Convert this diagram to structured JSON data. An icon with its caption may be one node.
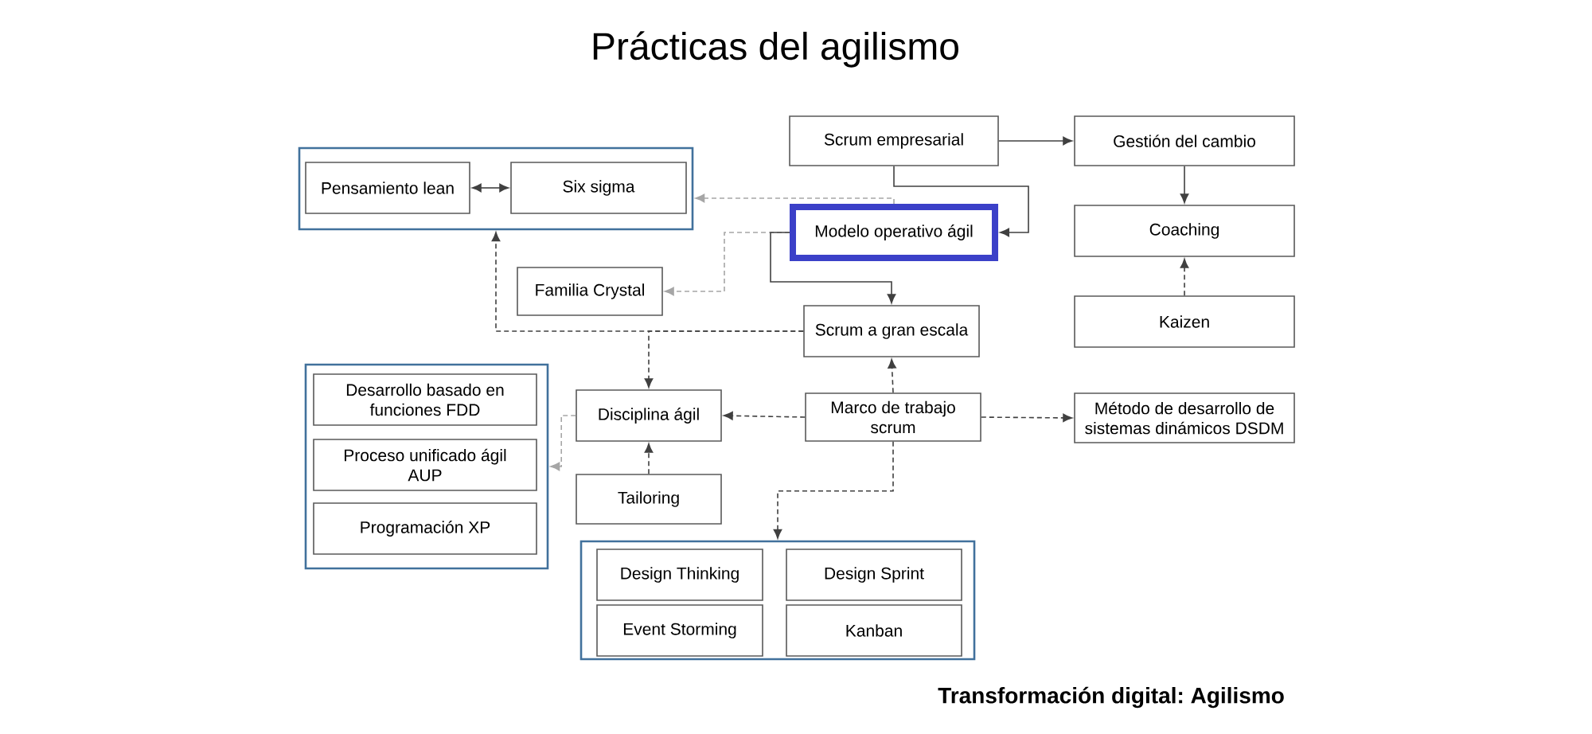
{
  "diagram": {
    "title": "Prácticas del agilismo",
    "caption": "Transformación digital: Agilismo",
    "nodes": [
      {
        "text": [],
        "shape": "box"
      },
      {
        "text": [
          "Pensamiento lean"
        ],
        "in": 0
      },
      {
        "text": [
          "Six sigma"
        ],
        "in": 0
      },
      {
        "text": [
          "Scrum empresarial"
        ]
      },
      {
        "text": [
          "Gestión del cambio"
        ]
      },
      {
        "text": [
          "Modelo operativo ágil"
        ]
      },
      {
        "text": [
          "Coaching"
        ]
      },
      {
        "text": [
          "Familia Crystal"
        ]
      },
      {
        "text": [
          "Scrum a gran escala"
        ]
      },
      {
        "text": [
          "Kaizen"
        ]
      },
      {
        "text": [],
        "shape": "box"
      },
      {
        "text": [
          "Desarrollo basado en funciones FDD"
        ],
        "in": 10
      },
      {
        "text": [
          "Proceso unificado ágil AUP"
        ],
        "in": 10
      },
      {
        "text": [
          "Programación XP"
        ],
        "in": 10
      },
      {
        "text": [
          "Disciplina ágil"
        ]
      },
      {
        "text": [
          "Marco de trabajo scrum"
        ]
      },
      {
        "text": [
          "Método de desarrollo de sistemas dinámicos DSDM"
        ]
      },
      {
        "text": [
          "Tailoring"
        ]
      },
      {
        "text": [],
        "shape": "box"
      },
      {
        "text": [
          "Design Thinking"
        ],
        "in": 18
      },
      {
        "text": [
          "Design Sprint"
        ],
        "in": 18
      },
      {
        "text": [
          "Event Storming"
        ],
        "in": 18
      },
      {
        "text": [
          "Kanban"
        ],
        "in": 18
      }
    ],
    "edges": [
      {
        "from": 1,
        "to": 2,
        "arrow": "both"
      },
      {
        "from": 3,
        "to": 4,
        "arrow": "to"
      },
      {
        "from": 3,
        "to": 5,
        "arrow": "to"
      },
      {
        "from": 4,
        "to": 6,
        "arrow": "to"
      },
      {
        "from": 9,
        "to": 6,
        "arrow": "to",
        "style": "dashed"
      },
      {
        "from": 5,
        "to": 0,
        "arrow": "to",
        "style": "dashed",
        "color": "#a6a6a6"
      },
      {
        "from": 5,
        "to": 7,
        "arrow": "to",
        "style": "dashed",
        "color": "#a6a6a6"
      },
      {
        "from": 5,
        "to": 8,
        "arrow": "to"
      },
      {
        "from": 8,
        "to": 0,
        "arrow": "to",
        "style": "dashed"
      },
      {
        "from": 8,
        "to": 14,
        "arrow": "to",
        "style": "dashed"
      },
      {
        "from": 15,
        "to": 8,
        "arrow": "to",
        "style": "dashed"
      },
      {
        "from": 15,
        "to": 14,
        "arrow": "to",
        "style": "dashed"
      },
      {
        "from": 15,
        "to": 16,
        "arrow": "to",
        "style": "dashed"
      },
      {
        "from": 15,
        "to": 18,
        "arrow": "to",
        "style": "dashed"
      },
      {
        "from": 17,
        "to": 14,
        "arrow": "to",
        "style": "dashed"
      },
      {
        "from": 14,
        "to": 10,
        "arrow": "to",
        "style": "dashed",
        "color": "#a6a6a6"
      }
    ]
  }
}
